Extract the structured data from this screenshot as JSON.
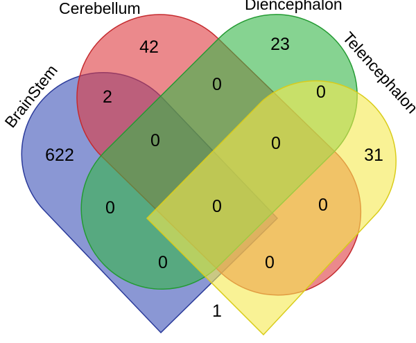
{
  "sets": {
    "brainstem": {
      "label": "BrainStem",
      "fill": "#3c52b8",
      "stroke": "#2a3a9a"
    },
    "cerebellum": {
      "label": "Cerebellum",
      "fill": "#dd3a3f",
      "stroke": "#c42a2e"
    },
    "diencephalon": {
      "label": "Diencephalon",
      "fill": "#36b548",
      "stroke": "#239a32"
    },
    "telencephalon": {
      "label": "Telencephalon",
      "fill": "#f5ea4e",
      "stroke": "#d9cc1a"
    }
  },
  "regions": {
    "brainstem_only": "622",
    "cerebellum_only": "42",
    "diencephalon_only": "23",
    "telencephalon_only": "31",
    "brainstem_cerebellum": "2",
    "cerebellum_diencephalon": "0",
    "diencephalon_telencephalon": "0",
    "brainstem_cerebellum_diencephalon": "0",
    "cerebellum_diencephalon_telencephalon": "0",
    "brainstem_diencephalon": "0",
    "cerebellum_telencephalon": "0",
    "all_four": "0",
    "brainstem_diencephalon_telencephalon": "0",
    "brainstem_cerebellum_telencephalon": "0",
    "brainstem_telencephalon": "1"
  }
}
